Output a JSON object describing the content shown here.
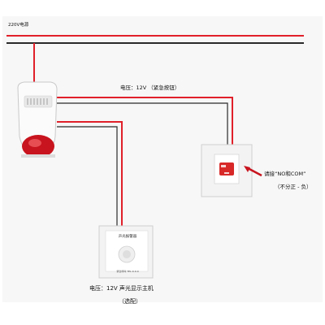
{
  "labels": {
    "power_source": "220V电源",
    "siren_voltage": "电压：12V （紧急按钮）",
    "wire_note": "请接“NO和COM”",
    "polarity_note": "（不分正 - 负）",
    "host_voltage": "电压：12V 声光显示主机",
    "host_optional": "（选配）",
    "host_panel_title": "声光报警器",
    "host_panel_small": "紧急呼叫 TEL:0-0-0"
  },
  "colors": {
    "wire_red": "#e0202a",
    "wire_black": "#2a2a2a",
    "siren_lens": "#c8141e",
    "panel_white": "#f3f3f3",
    "button_red": "#d82828"
  },
  "icons": {
    "siren": "strobe-siren-icon",
    "emergency_button": "emergency-button-icon",
    "host": "sound-light-host-icon"
  }
}
